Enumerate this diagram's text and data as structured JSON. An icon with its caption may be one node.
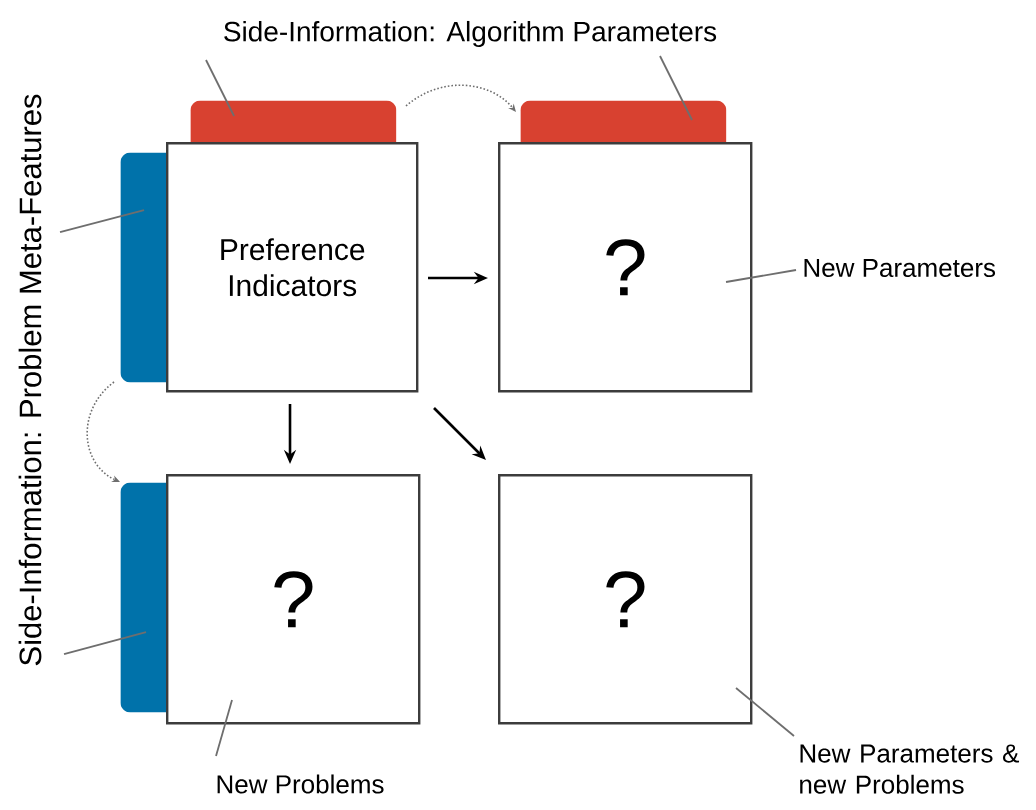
{
  "diagram": {
    "nodes": [
      {
        "text": [
          "Side-Information: Algorithm Parameters"
        ]
      },
      {
        "text": [
          "Side-Information: Problem Meta-Features"
        ]
      },
      {
        "text": [],
        "shape": "box"
      },
      {
        "text": [],
        "shape": "box"
      },
      {
        "text": [],
        "shape": "box"
      },
      {
        "text": [],
        "shape": "box"
      },
      {
        "text": [
          "Preference Indicators"
        ]
      },
      {
        "text": [
          "?"
        ]
      },
      {
        "text": [
          "?"
        ]
      },
      {
        "text": [
          "?"
        ]
      },
      {
        "text": [
          "New Parameters"
        ]
      },
      {
        "text": [
          "New Problems"
        ]
      },
      {
        "text": [
          "New Parameters & new Problems"
        ]
      }
    ],
    "edges": [
      {
        "from": 0,
        "to": 2,
        "arrow": "none"
      },
      {
        "from": 0,
        "to": 3,
        "arrow": "none"
      },
      {
        "from": 1,
        "to": 4,
        "arrow": "none"
      },
      {
        "from": 1,
        "to": 5,
        "arrow": "none"
      },
      {
        "from": 2,
        "to": 3,
        "arrow": "to",
        "style": "dashed"
      },
      {
        "from": 4,
        "to": 5,
        "arrow": "to",
        "style": "dashed"
      },
      {
        "from": 6,
        "to": 7,
        "arrow": "to",
        "color": "#000000"
      },
      {
        "from": 6,
        "to": 8,
        "arrow": "to",
        "color": "#000000"
      },
      {
        "from": 6,
        "to": 9,
        "arrow": "to",
        "color": "#000000"
      },
      {
        "from": 10,
        "to": 7,
        "arrow": "none"
      },
      {
        "from": 11,
        "to": 8,
        "arrow": "none"
      },
      {
        "from": 12,
        "to": 9,
        "arrow": "none"
      }
    ]
  }
}
